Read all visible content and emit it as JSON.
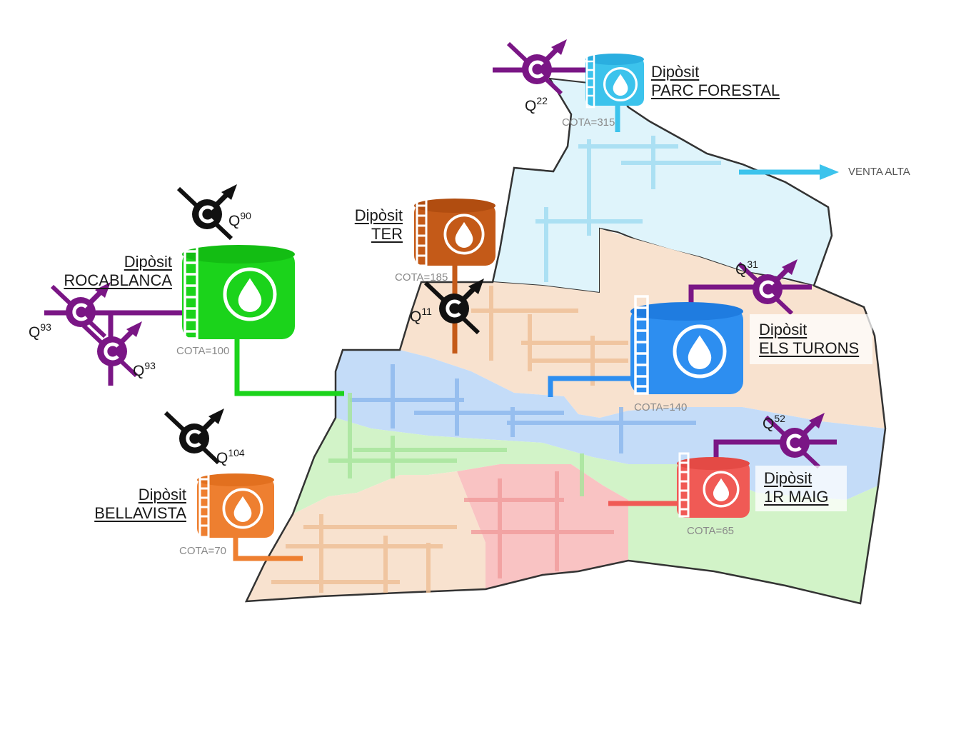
{
  "colors": {
    "network_forestal": "#3cc3ec",
    "network_rocablanca": "#1bd31b",
    "network_ter": "#c45a18",
    "network_turons": "#2d8ef0",
    "network_1rmaig": "#f05a55",
    "network_bellavista": "#ee7f30",
    "meter_purple": "#7a1685",
    "meter_black": "#111111",
    "zone_lightblue": "#dff4fb",
    "zone_peach": "#f8e2cf",
    "zone_blue": "#c4dcf8",
    "zone_green": "#d2f3c8",
    "zone_pink": "#f9c3c3"
  },
  "icons": [
    "water-drop-icon",
    "meter-c-icon",
    "ladder-icon",
    "arrow-right-icon"
  ],
  "tanks": [
    {
      "id": "parc-forestal",
      "word": "Dipòsit",
      "name": "PARC FORESTAL",
      "cota": "COTA=315"
    },
    {
      "id": "ter",
      "word": "Dipòsit",
      "name": "TER",
      "cota": "COTA=185"
    },
    {
      "id": "rocablanca",
      "word": "Dipòsit",
      "name": "ROCABLANCA",
      "cota": "COTA=100"
    },
    {
      "id": "els-turons",
      "word": "Dipòsit",
      "name": "ELS TURONS",
      "cota": "COTA=140"
    },
    {
      "id": "1r-maig",
      "word": "Dipòsit",
      "name": "1R MAIG",
      "cota": "COTA=65"
    },
    {
      "id": "bellavista",
      "word": "Dipòsit",
      "name": "BELLAVISTA",
      "cota": "COTA=70"
    }
  ],
  "meters": [
    {
      "id": "q22",
      "base": "Q",
      "sub": "22"
    },
    {
      "id": "q90",
      "base": "Q",
      "sub": "90"
    },
    {
      "id": "q93a",
      "base": "Q",
      "sub": "93"
    },
    {
      "id": "q93b",
      "base": "Q",
      "sub": "93"
    },
    {
      "id": "q11",
      "base": "Q",
      "sub": "11"
    },
    {
      "id": "q31",
      "base": "Q",
      "sub": "31"
    },
    {
      "id": "q52",
      "base": "Q",
      "sub": "52"
    },
    {
      "id": "q104",
      "base": "Q",
      "sub": "104"
    }
  ],
  "export_label": "VENTA ALTA"
}
